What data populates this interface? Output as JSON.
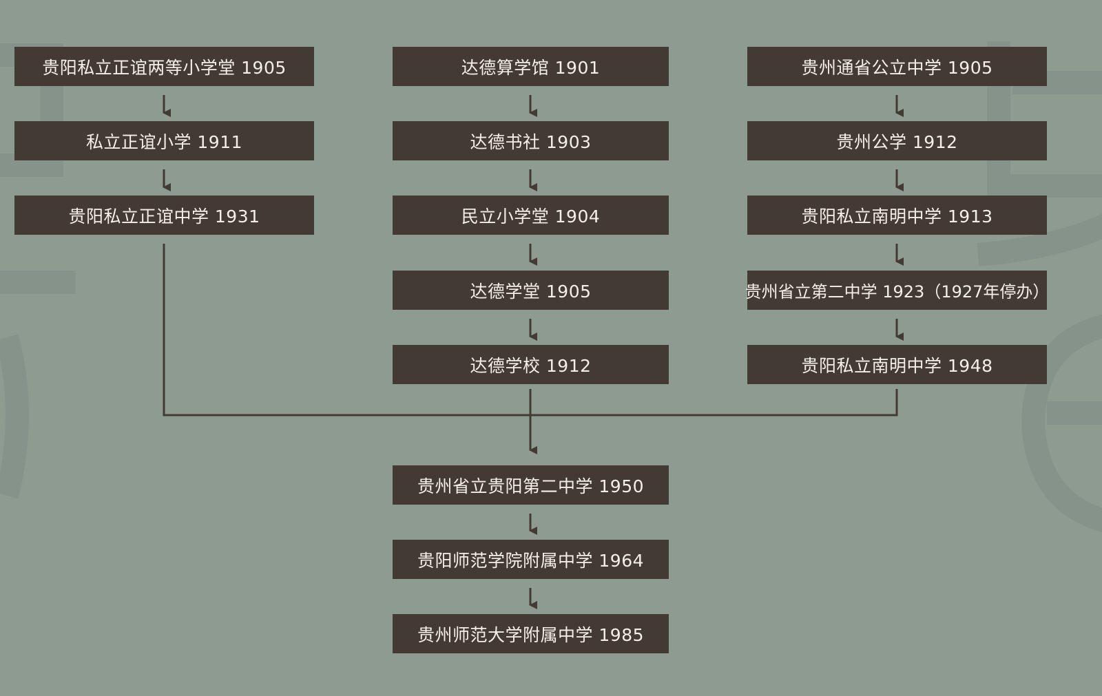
{
  "colors": {
    "background": "#8e9b90",
    "box": "#433b33",
    "text": "#f3efe9",
    "line": "#433b33",
    "watermark": "#86938a"
  },
  "nodes": {
    "left": [
      "贵阳私立正谊两等小学堂 1905",
      "私立正谊小学 1911",
      "贵阳私立正谊中学 1931"
    ],
    "middle": [
      "达德算学馆 1901",
      "达德书社 1903",
      "民立小学堂 1904",
      "达德学堂 1905",
      "达德学校 1912"
    ],
    "right": [
      "贵州通省公立中学 1905",
      "贵州公学 1912",
      "贵阳私立南明中学 1913",
      "贵州省立第二中学 1923（1927年停办）",
      "贵阳私立南明中学 1948"
    ],
    "merged": [
      "贵州省立贵阳第二中学 1950",
      "贵阳师范学院附属中学 1964",
      "贵州师范大学附属中学 1985"
    ]
  }
}
